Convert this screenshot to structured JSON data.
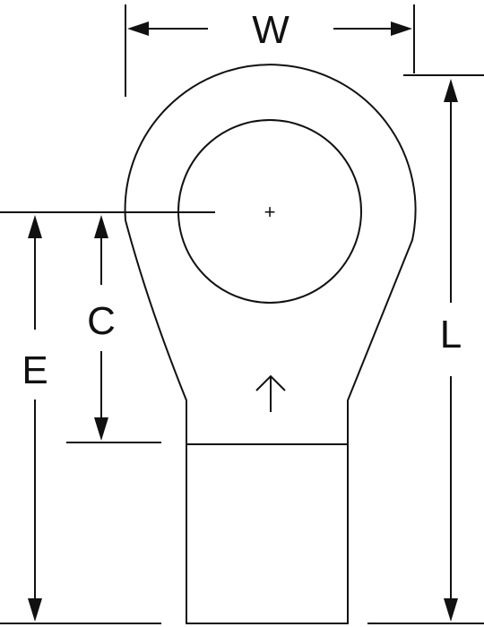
{
  "labels": {
    "width": "W",
    "length": "L",
    "center_distance": "C",
    "edge_distance": "E",
    "center_mark": "+"
  },
  "colors": {
    "line": "#111111",
    "background": "#ffffff"
  }
}
